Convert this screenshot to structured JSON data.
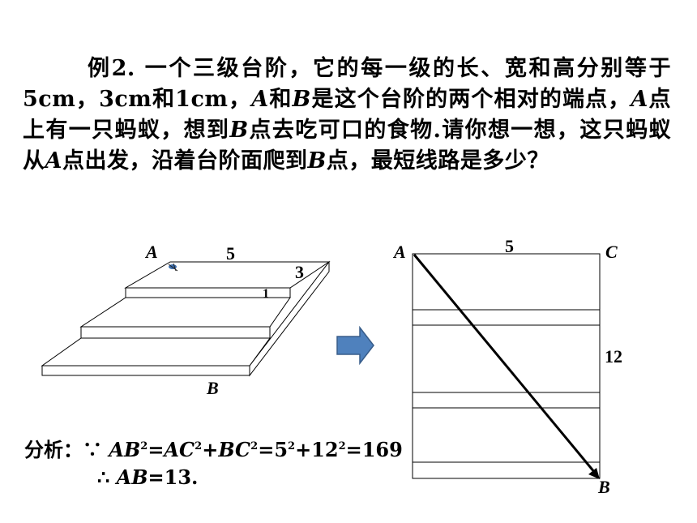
{
  "problem": {
    "prefix": "例2.",
    "segments": [
      " 一个三级台阶，它的每一级的长、宽和高分别等于5cm，3cm和1cm，",
      "A",
      "和",
      "B",
      "是这个台阶的两个相对的端点，",
      "A",
      "点上有一只蚂蚁，想到",
      "B",
      "点去吃可口的食物.请你想一想，这只蚂蚁从",
      "A",
      "点出发，沿着台阶面爬到",
      "B",
      "点，最短线路是多少？"
    ]
  },
  "stairs_figure": {
    "label_a": "A",
    "label_b": "B",
    "length_label": "5",
    "width_label": "3",
    "height_label": "1"
  },
  "unfolded_figure": {
    "label_a": "A",
    "label_b": "B",
    "label_c": "C",
    "top_label": "5",
    "side_label": "12"
  },
  "analysis": {
    "heading": "分析：",
    "because": "∵",
    "therefore": "∴",
    "line1": {
      "ab": "AB",
      "eq1": "=",
      "ac": "AC",
      "plus1": "+",
      "bc": "BC",
      "eq2": "=5",
      "plus2": "+12",
      "result": "=169"
    },
    "line2": {
      "ab": "AB",
      "result": "=13."
    },
    "superscript": "2"
  },
  "colors": {
    "arrow_fill": "#4f81bd",
    "arrow_stroke": "#385d8a",
    "ant": "#3b6fb0"
  }
}
